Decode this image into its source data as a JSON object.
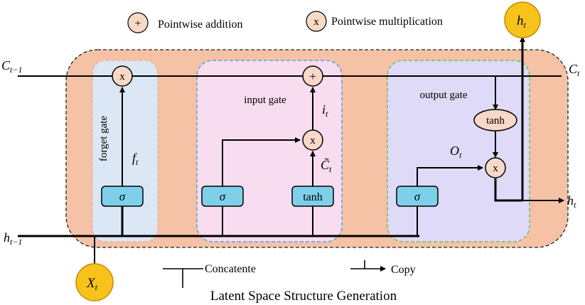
{
  "legend": {
    "add_symbol": "+",
    "add_label": "Pointwise addition",
    "mul_symbol": "x",
    "mul_label": "Pointwise multiplication",
    "concat_label": "Concatente",
    "copy_label": "Copy"
  },
  "caption": "Latent Space Structure Generation",
  "colors": {
    "cell_bg": "#f5c2a6",
    "forget_bg": "#dbe7f5",
    "input_bg": "#f8dcf0",
    "output_bg": "#dedaf7",
    "sigma_box": "#7ed0ea",
    "op_circle": "#f8d8c6",
    "yellow_node": "#f7c31a"
  },
  "signals": {
    "c_prev": {
      "base": "C",
      "sub": "t−1"
    },
    "c_t": {
      "base": "C",
      "sub": "t"
    },
    "h_prev": {
      "base": "h",
      "sub": "t−1"
    },
    "h_t_right": {
      "base": "h",
      "sub": "t"
    },
    "h_t_top": {
      "base": "h",
      "sub": "t"
    },
    "x_t": {
      "base": "X",
      "sub": "t"
    }
  },
  "gates": {
    "forget": {
      "label": "forget gate",
      "op": "x",
      "activation": "σ",
      "signal": {
        "base": "f",
        "sub": "t"
      }
    },
    "input": {
      "label": "input gate",
      "add_op": "+",
      "mul_op": "x",
      "activation": "σ",
      "tanh": "tanh",
      "signal_i": {
        "base": "i",
        "sub": "t"
      },
      "signal_c": {
        "base": "C̃",
        "sub": "t"
      }
    },
    "output": {
      "label": "output gate",
      "tanh": "tanh",
      "op": "x",
      "activation": "σ",
      "signal": {
        "base": "O",
        "sub": "t"
      }
    }
  }
}
